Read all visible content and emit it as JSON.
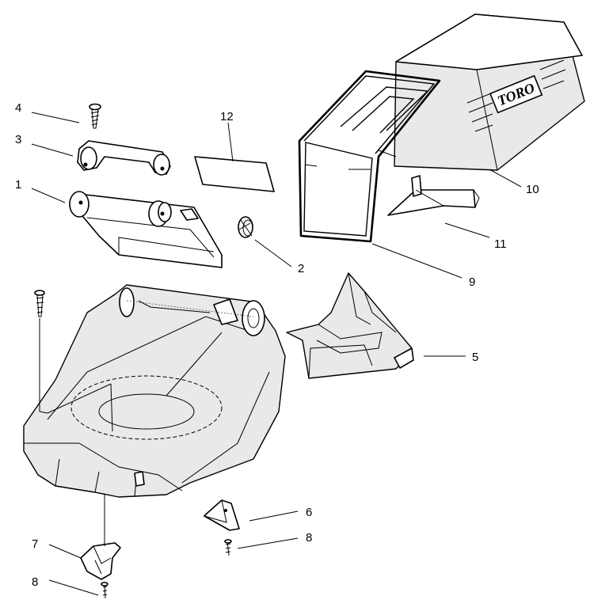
{
  "callouts": [
    {
      "id": "c4",
      "text": "4"
    },
    {
      "id": "c3",
      "text": "3"
    },
    {
      "id": "c1",
      "text": "1"
    },
    {
      "id": "c12",
      "text": "12"
    },
    {
      "id": "c2",
      "text": "2"
    },
    {
      "id": "c10",
      "text": "10"
    },
    {
      "id": "c11",
      "text": "11"
    },
    {
      "id": "c9",
      "text": "9"
    },
    {
      "id": "c5",
      "text": "5"
    },
    {
      "id": "c6",
      "text": "6"
    },
    {
      "id": "c8a",
      "text": "8"
    },
    {
      "id": "c7",
      "text": "7"
    },
    {
      "id": "c8b",
      "text": "8"
    }
  ],
  "bag_logo": "TORO"
}
